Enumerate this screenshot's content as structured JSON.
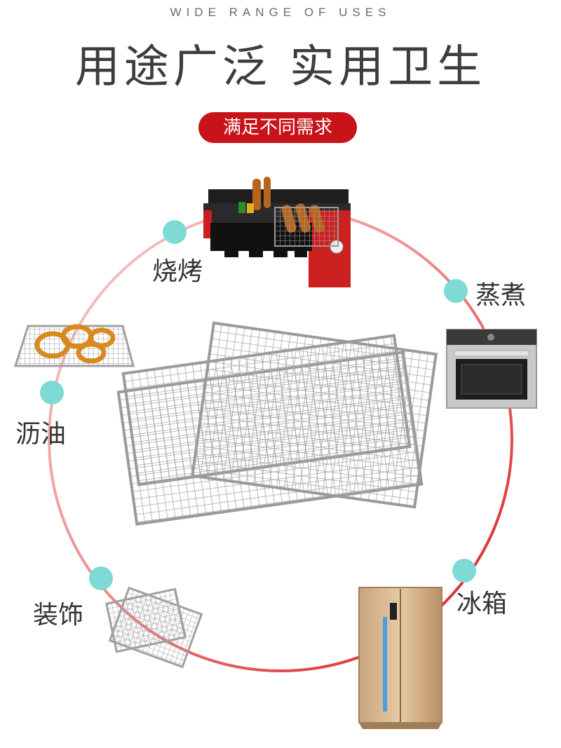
{
  "header": {
    "subtitle_en": "WIDE RANGE OF USES",
    "title": "用途广泛 实用卫生",
    "tag": "满足不同需求"
  },
  "uses": [
    {
      "label": "烧烤",
      "icon": "bbq-grill-icon"
    },
    {
      "label": "蒸煮",
      "icon": "oven-icon"
    },
    {
      "label": "沥油",
      "icon": "drain-rack-icon"
    },
    {
      "label": "冰箱",
      "icon": "fridge-icon"
    },
    {
      "label": "装饰",
      "icon": "decor-rack-icon"
    }
  ],
  "colors": {
    "accent_red": "#c8131a",
    "dot_teal": "#7fdad6",
    "ring_pink": "#f2b9b9",
    "ring_red": "#d8141b"
  }
}
